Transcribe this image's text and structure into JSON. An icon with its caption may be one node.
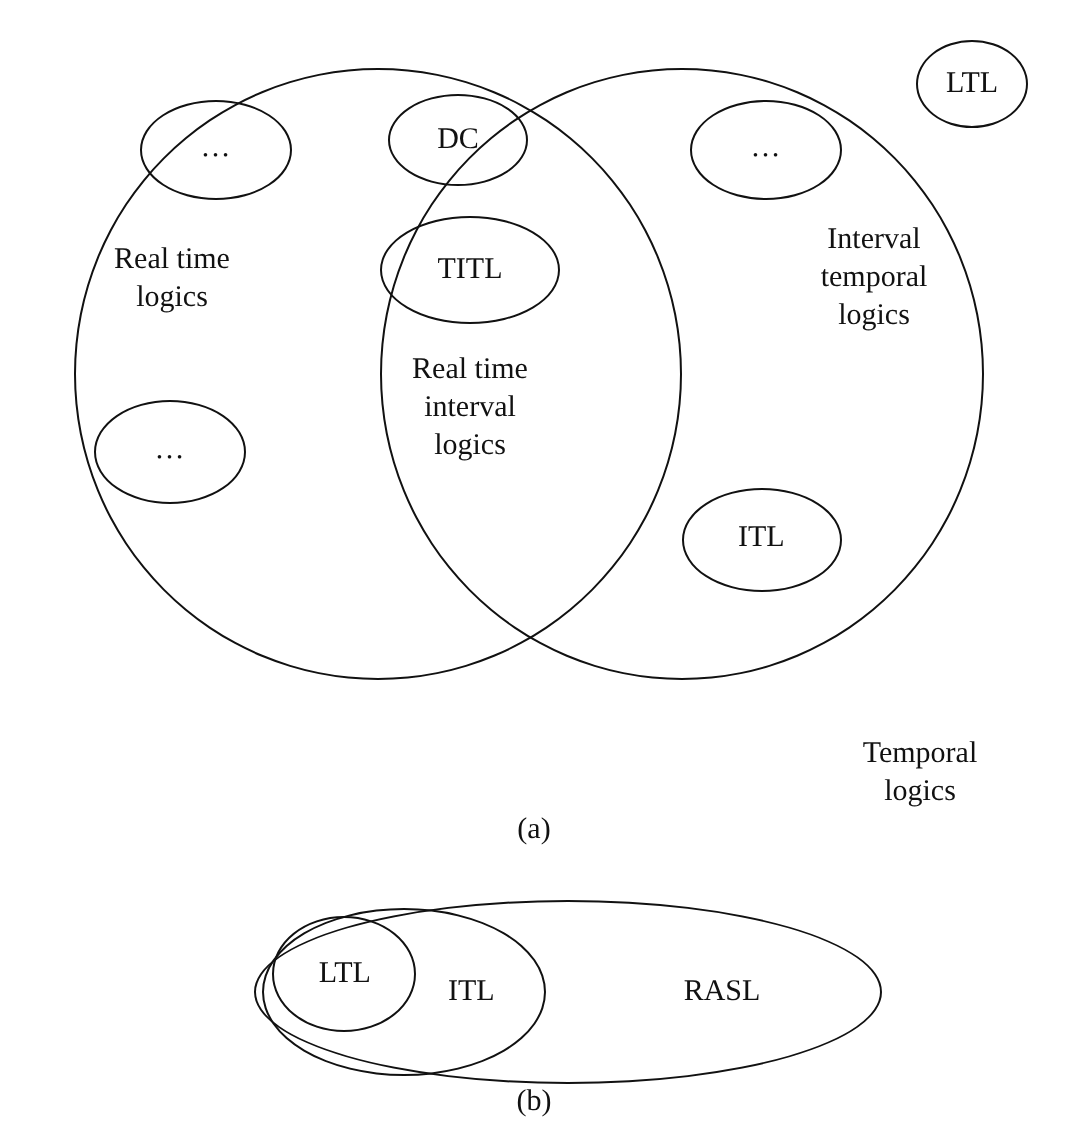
{
  "diagram": {
    "nodes": [
      {
        "text": [
          "Real time logics"
        ]
      },
      {
        "text": [
          "Interval temporal logics"
        ]
      },
      {
        "text": [
          "…"
        ],
        "in": 0
      },
      {
        "text": [
          "DC"
        ]
      },
      {
        "text": [
          "…"
        ],
        "in": 1
      },
      {
        "text": [
          "LTL"
        ]
      },
      {
        "text": [
          "TITL"
        ]
      },
      {
        "text": [
          "…"
        ],
        "in": 0
      },
      {
        "text": [
          "ITL"
        ],
        "in": 1
      },
      {
        "text": [
          "RASL"
        ]
      },
      {
        "text": [
          "ITL"
        ],
        "in": 9
      },
      {
        "text": [
          "LTL"
        ],
        "in": 10
      }
    ],
    "labels": [
      "Real time interval logics",
      "Temporal logics",
      "(a)",
      "(b)"
    ]
  }
}
